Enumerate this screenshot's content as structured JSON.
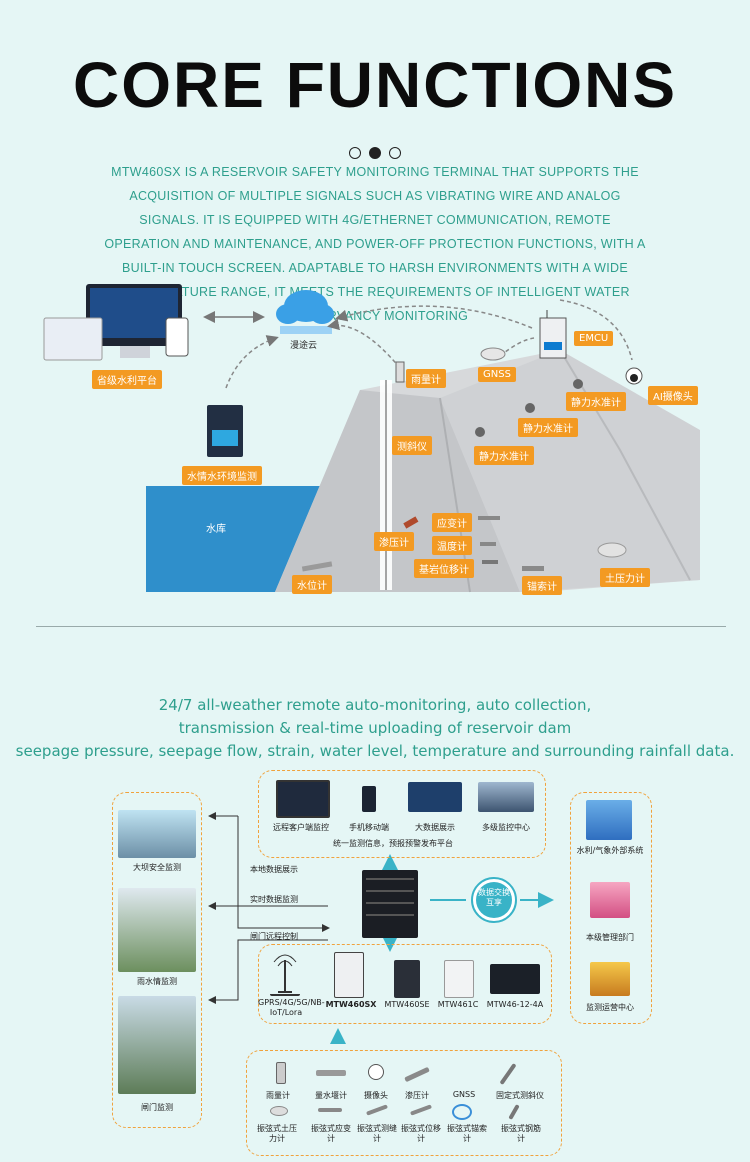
{
  "header": {
    "title": "CORE FUNCTIONS",
    "description": "MTW460SX IS A RESERVOIR SAFETY MONITORING TERMINAL THAT SUPPORTS THE ACQUISITION OF MULTIPLE SIGNALS SUCH AS VIBRATING WIRE AND ANALOG SIGNALS. IT IS EQUIPPED WITH 4G/ETHERNET COMMUNICATION, REMOTE OPERATION AND MAINTENANCE, AND POWER-OFF PROTECTION FUNCTIONS, WITH A BUILT-IN TOUCH SCREEN. ADAPTABLE TO HARSH ENVIRONMENTS WITH A WIDE TEMPERATURE RANGE, IT MEETS THE REQUIREMENTS OF INTELLIGENT WATER CONSERVANCY MONITORING"
  },
  "dam": {
    "cloud": "漫途云",
    "platform": "省级水利平台",
    "water_env": "水情水环境监测",
    "reservoir": "水库",
    "rain_gauge": "雨量计",
    "gnss": "GNSS",
    "emcu": "EMCU",
    "ai_camera": "AI摄像头",
    "leveling1": "静力水准计",
    "leveling2": "静力水准计",
    "leveling3": "静力水准计",
    "inclinometer": "测斜仪",
    "piezometer": "渗压计",
    "strain": "应变计",
    "temperature": "温度计",
    "bedrock": "基岩位移计",
    "water_level": "水位计",
    "anchor": "锚索计",
    "earth_pressure": "土压力计"
  },
  "section2": {
    "line1": "24/7 all-weather remote auto-monitoring, auto collection,",
    "line2": "transmission & real-time uploading of reservoir dam",
    "line3": "seepage pressure, seepage flow, strain, water level, temperature and surrounding rainfall data."
  },
  "arch": {
    "left": [
      "大坝安全监测",
      "雨水情监测",
      "闸门监测"
    ],
    "top": [
      "远程客户端监控",
      "手机移动端",
      "大数据展示",
      "多级监控中心"
    ],
    "publish": "统一监测信息，预报预警发布平台",
    "arrow_local": "本地数据展示",
    "arrow_realtime": "实时数据监测",
    "arrow_gate": "闸门远程控制",
    "exchange": "数据交换互享",
    "right": [
      "水利/气象外部系统",
      "本级管理部门",
      "监测运营中心"
    ],
    "devices": [
      "GPRS/4G/5G/NB-IoT/Lora",
      "MTW460SX",
      "MTW460SE",
      "MTW461C",
      "MTW46-12-4A"
    ],
    "sensors_row1": [
      "雨量计",
      "量水堰计",
      "摄像头",
      "渗压计",
      "GNSS",
      "固定式测斜仪"
    ],
    "sensors_row2": [
      "振弦式土压力计",
      "振弦式应变计",
      "振弦式测缝计",
      "振弦式位移计",
      "振弦式锚索计",
      "振弦式钢筋计"
    ]
  },
  "colors": {
    "accent": "#2e9f8d",
    "tag": "#f39a22",
    "water": "#2f8fcb",
    "bg": "#e5f6f5"
  }
}
